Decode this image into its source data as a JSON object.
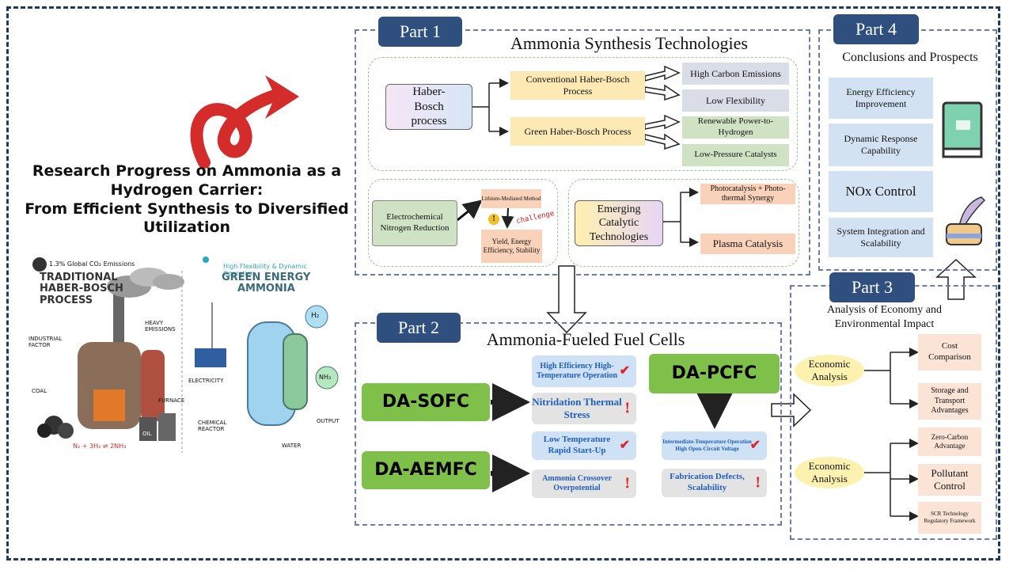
{
  "main_title": {
    "line1": "Research Progress on Ammonia as a",
    "line2": "Hydrogen Carrier:",
    "line3": "From Efficient Synthesis to Diversified",
    "line4": "Utilization"
  },
  "illustration": {
    "left_stat": "1.3% Global CO₂ Emissions",
    "left_title_1": "TRADITIONAL",
    "left_title_2": "HABER-BOSCH",
    "left_title_3": "PROCESS",
    "industrial": "INDUSTRIAL",
    "factor": "FACTOR",
    "heavy": "HEAVY",
    "emissions": "EMISSIONS",
    "coal": "COAL",
    "furnace": "FURNACE",
    "oil": "OIL",
    "equation": "N₂ + 3H₂ ⇌ 2NH₃",
    "right_tag": "High Flexibility & Dynamic Operation",
    "right_title_1": "GREEN ENERGY",
    "right_title_2": "AMMONIA",
    "h2": "H₂",
    "nh3": "NH₃",
    "electricity": "ELECTRICITY",
    "chemical": "CHEMICAL",
    "reactor": "REACTOR",
    "water": "WATER",
    "output": "OUTPUT"
  },
  "part1": {
    "tag": "Part 1",
    "title": "Ammonia Synthesis Technologies",
    "haber_bosch": "Haber-Bosch process",
    "conventional": "Conventional Haber-Bosch Process",
    "green_hb": "Green Haber-Bosch Process",
    "high_carbon": "High Carbon Emissions",
    "low_flex": "Low Flexibility",
    "renewable": "Renewable Power-to-Hydrogen",
    "low_pressure": "Low-Pressure Catalysts",
    "electrochem": "Electrochemical Nitrogen Reduction",
    "lithium": "Lithium-Mediated Method",
    "challenge": "challenge",
    "yield": "Yield, Energy Efficiency, Stability",
    "emerging": "Emerging Catalytic Technologies",
    "photo": "Photocatalysis + Photo-thermal Synergy",
    "plasma": "Plasma Catalysis"
  },
  "part2": {
    "tag": "Part 2",
    "title": "Ammonia-Fueled Fuel Cells",
    "sofc": "DA-SOFC",
    "aemfc": "DA-AEMFC",
    "pcfc": "DA-PCFC",
    "high_eff": "High Efficiency High-Temperature Operation",
    "nitridation": "Nitridation Thermal Stress",
    "low_temp": "Low Temperature Rapid Start-Up",
    "crossover": "Ammonia Crossover Overpotential",
    "intermediate": "Intermediate-Temperature Operation High Open-Circuit Voltage",
    "fabrication": "Fabrication Defects, Scalability",
    "check": "✔",
    "bang": "!"
  },
  "part3": {
    "tag": "Part 3",
    "title_line1": "Analysis of Economy and",
    "title_line2": "Environmental Impact",
    "econ1": "Economic Analysis",
    "econ2": "Economic Analysis",
    "cost": "Cost Comparison",
    "storage": "Storage and Transport Advantages",
    "zero": "Zero-Carbon Advantage",
    "pollutant": "Pollutant Control",
    "scr": "SCR Technology Regulatory Framework"
  },
  "part4": {
    "tag": "Part 4",
    "title": "Conclusions and Prospects",
    "energy": "Energy Efficiency Improvement",
    "dynamic": "Dynamic Response Capability",
    "nox": "NOx Control",
    "system": "System Integration and Scalability"
  }
}
